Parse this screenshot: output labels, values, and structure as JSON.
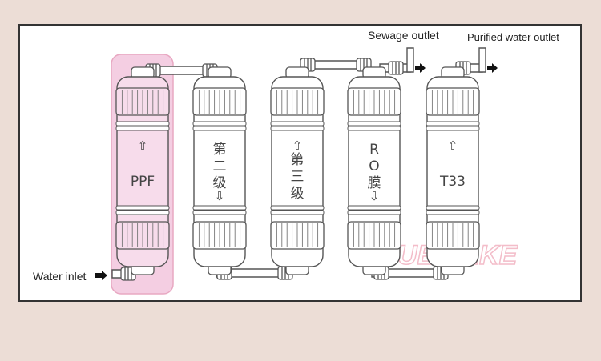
{
  "colors": {
    "page_bg": "#ecddd6",
    "panel_bg": "#ffffff",
    "panel_border": "#333333",
    "outline": "#555555",
    "highlight_fill": "#f3c6dd",
    "highlight_stroke": "#e59ab8",
    "watermark": "#f2b6c4"
  },
  "labels": {
    "sewage_outlet": "Sewage outlet",
    "purified_outlet": "Purified water outlet",
    "water_inlet": "Water inlet"
  },
  "filters": [
    {
      "name": "PPF",
      "flow": "up",
      "highlighted": true
    },
    {
      "name": "第二级",
      "flow": "down",
      "highlighted": false
    },
    {
      "name": "第三级",
      "flow": "up",
      "highlighted": false
    },
    {
      "name": "RO膜",
      "flow": "down",
      "highlighted": false
    },
    {
      "name": "T33",
      "flow": "up",
      "highlighted": false
    }
  ],
  "icons": {
    "arrow_up": "⇧",
    "arrow_down": "⇩",
    "arrow_right": "➡"
  },
  "watermark": "BLUE LAKE"
}
